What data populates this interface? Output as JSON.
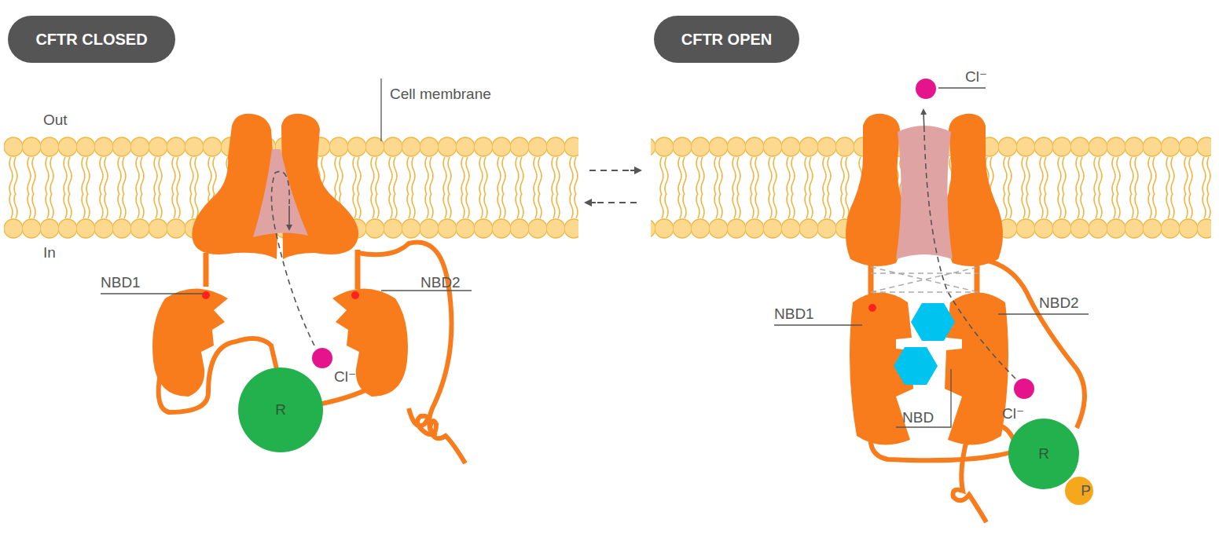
{
  "diagram": {
    "nodes": [
      {
        "text": [
          "CFTR CLOSED"
        ]
      },
      {
        "text": [
          "CFTR OPEN"
        ]
      },
      {
        "text": [
          "R"
        ]
      },
      {
        "text": [
          "R"
        ]
      },
      {
        "text": [
          "P"
        ]
      }
    ],
    "labels": [
      "Out",
      "Cell membrane",
      "In",
      "NBD1",
      "NBD2",
      "Cl⁻",
      "Cl⁻",
      "NBD1",
      "NBD2",
      "NBD",
      "Cl⁻"
    ]
  }
}
